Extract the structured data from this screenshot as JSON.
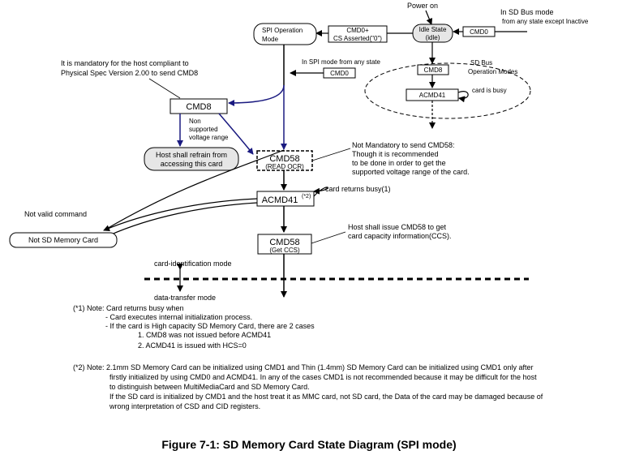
{
  "labels": {
    "power_on": "Power on",
    "sd_bus_mode": "In SD Bus mode",
    "from_any_state": "from any state except Inactive",
    "spi_mode_line1": "SPI Operation",
    "spi_mode_line2": "Mode",
    "cmd0_cs_line1": "CMD0+",
    "cmd0_cs_line2": "CS Asserted(\"0\")",
    "idle_line1": "Idle State",
    "idle_line2": "(idle)",
    "cmd0_top": "CMD0",
    "cmd0_mid": "CMD0",
    "in_spi_mode": "In SPI mode from any state",
    "mandatory_line1": "It is mandatory for the host compliant to",
    "mandatory_line2": "Physical Spec Version 2.00  to send CMD8",
    "sd_bus_op_line1": "SD Bus",
    "sd_bus_op_line2": "Operation Modes",
    "cmd8_sd": "CMD8",
    "acmd41_sd": "ACMD41",
    "card_is_busy": "card is busy",
    "cmd8_spi": "CMD8",
    "non_supported_line1": "Non",
    "non_supported_line2": "supported",
    "non_supported_line3": "voltage range",
    "refrain_line1": "Host shall refrain from",
    "refrain_line2": "accessing this card",
    "cmd58_line1": "CMD58",
    "cmd58_line2": "(READ OCR)",
    "not_mandatory_line1": "Not Mandatory to send CMD58:",
    "not_mandatory_line2": "Though it is recommended",
    "not_mandatory_line3": "to be done in order to get the",
    "not_mandatory_line4": "supported voltage range of the card.",
    "card_returns_busy": "card returns busy(1)",
    "acmd41_spi": "ACMD41",
    "acmd41_sup": "(*2)",
    "not_valid_command": "Not valid command",
    "not_sd_card": "Not SD Memory Card",
    "host_shall_issue_line1": "Host shall issue CMD58 to get",
    "host_shall_issue_line2": "card capacity information(CCS).",
    "cmd58b_line1": "CMD58",
    "cmd58b_line2": "(Get CCS)",
    "card_ident_mode": "card-identification mode",
    "data_transfer_mode": "data-transfer mode"
  },
  "notes": {
    "note1_l1": "(*1) Note: Card returns busy when",
    "note1_l2": "- Card executes internal initialization process.",
    "note1_l3": "-  If the card is High capacity SD Memory Card, there are 2 cases",
    "note1_l4": "1. CMD8 was not issued before ACMD41",
    "note1_l5": "2. ACMD41 is issued with HCS=0",
    "note2_l1": "(*2) Note:  2.1mm SD Memory Card can be initialized using CMD1 and Thin (1.4mm) SD Memory Card can be initialized using CMD1 only after",
    "note2_l2": "firstly initialized by using CMD0 and ACMD41.  In any of the cases CMD1 is not recommended because it may be difficult for  the host",
    "note2_l3": "to distinguish between MultiMediaCard and SD Memory Card.",
    "note2_l4": "If the SD card is initialized by CMD1 and the host treat it as MMC card, not SD card, the Data of the card may be damaged because of",
    "note2_l5": "wrong interpretation of CSD and CID registers."
  },
  "caption": "Figure 7-1: SD Memory Card State Diagram (SPI mode)"
}
